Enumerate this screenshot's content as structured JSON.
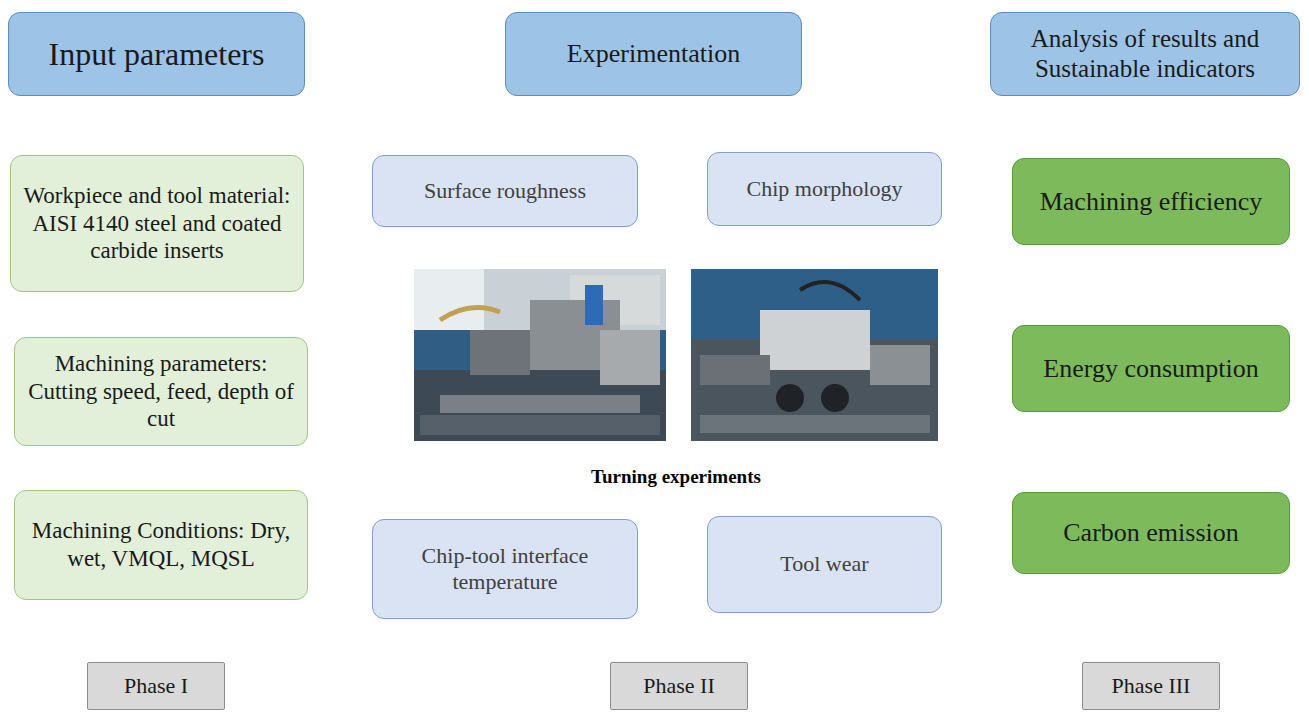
{
  "diagram": {
    "nodes": [
      {
        "text": [
          "Input parameters"
        ]
      },
      {
        "text": [
          "Experimentation"
        ]
      },
      {
        "text": [
          "Analysis of results and Sustainable indicators"
        ]
      },
      {
        "text": [
          "Workpiece and tool material: AISI 4140 steel and coated carbide inserts"
        ]
      },
      {
        "text": [
          "Machining parameters: Cutting speed, feed, depth of cut"
        ]
      },
      {
        "text": [
          "Machining Conditions: Dry, wet, VMQL, MQSL"
        ]
      },
      {
        "text": [
          "Surface roughness"
        ]
      },
      {
        "text": [
          "Chip morphology"
        ]
      },
      {
        "text": [
          "Chip-tool interface temperature"
        ]
      },
      {
        "text": [
          "Tool wear"
        ]
      },
      {
        "text": [
          "Machining efficiency"
        ]
      },
      {
        "text": [
          "Energy consumption"
        ]
      },
      {
        "text": [
          "Carbon emission"
        ]
      },
      {
        "text": [
          "Phase I"
        ]
      },
      {
        "text": [
          "Phase II"
        ]
      },
      {
        "text": [
          "Phase III"
        ]
      }
    ],
    "labels": [
      "Turning experiments"
    ]
  }
}
